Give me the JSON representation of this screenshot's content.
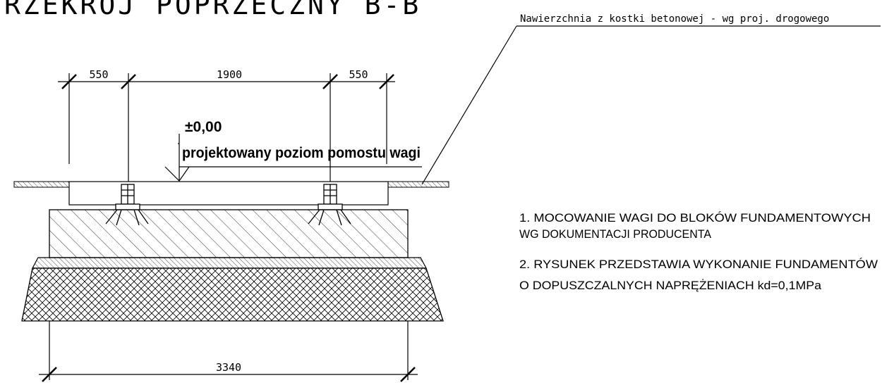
{
  "title": "RZEKRÓJ POPRZECZNY B-B",
  "surface_note": "Nawierzchnia z kostki betonowej - wg proj. drogowego",
  "level": {
    "value": "±0,00",
    "description": "projektowany poziom pomostu wagi"
  },
  "dimensions": {
    "top": [
      "550",
      "1900",
      "550"
    ],
    "bottom": "3340"
  },
  "notes": [
    "1. MOCOWANIE WAGI DO BLOKÓW FUNDAMENTOWYCH",
    "WG DOKUMENTACJI PRODUCENTA",
    "2. RYSUNEK PRZEDSTAWIA WYKONANIE FUNDAMENTÓW",
    "O DOPUSZCZALNYCH NAPRĘŻENIACH kd=0,1MPa"
  ]
}
